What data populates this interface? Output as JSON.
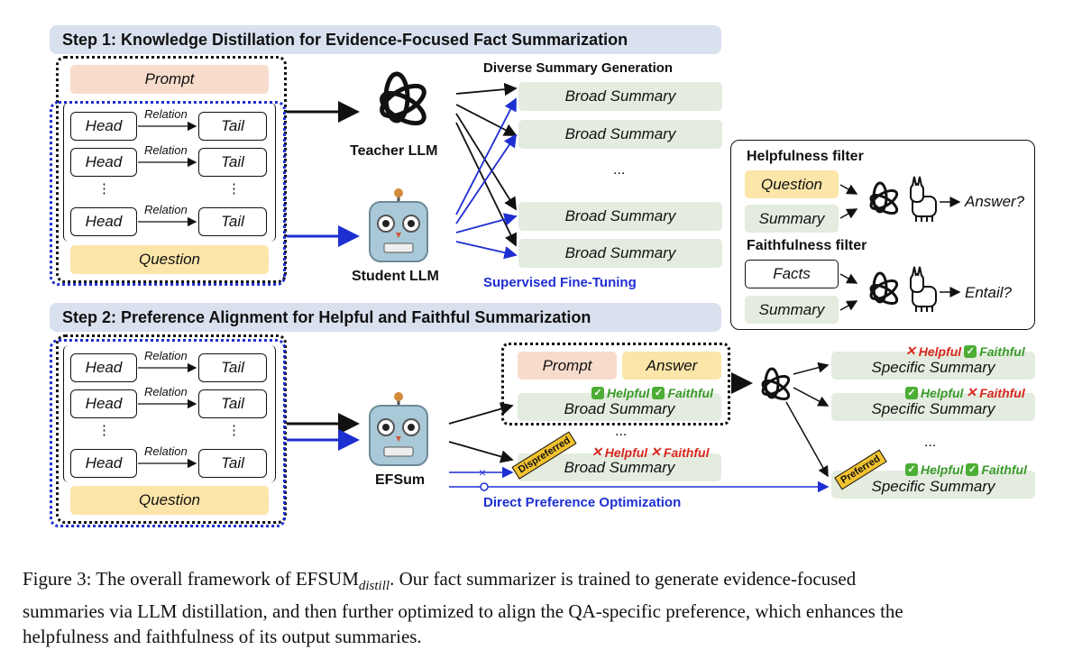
{
  "step1": {
    "title": "Step 1: Knowledge Distillation for Evidence-Focused Fact Summarization",
    "prompt": "Prompt",
    "question": "Question",
    "triples": [
      {
        "head": "Head",
        "relation": "Relation",
        "tail": "Tail"
      },
      {
        "head": "Head",
        "relation": "Relation",
        "tail": "Tail"
      },
      {
        "head": "Head",
        "relation": "Relation",
        "tail": "Tail"
      }
    ],
    "ellipsis": "⋮",
    "teacher_label": "Teacher LLM",
    "student_label": "Student LLM",
    "diverse_label": "Diverse Summary Generation",
    "summaries": [
      "Broad Summary",
      "Broad Summary",
      "Broad Summary",
      "Broad Summary"
    ],
    "dots": "...",
    "sft_label": "Supervised Fine-Tuning"
  },
  "filters": {
    "helpfulness_title": "Helpfulness filter",
    "h_question": "Question",
    "h_summary": "Summary",
    "h_out": "Answer?",
    "faithfulness_title": "Faithfulness filter",
    "f_facts": "Facts",
    "f_summary": "Summary",
    "f_out": "Entail?"
  },
  "step2": {
    "title": "Step 2: Preference Alignment for Helpful and Faithful Summarization",
    "triples": [
      {
        "head": "Head",
        "relation": "Relation",
        "tail": "Tail"
      },
      {
        "head": "Head",
        "relation": "Relation",
        "tail": "Tail"
      },
      {
        "head": "Head",
        "relation": "Relation",
        "tail": "Tail"
      }
    ],
    "ellipsis": "⋮",
    "question": "Question",
    "model_label": "EFSum",
    "prompt": "Prompt",
    "answer": "Answer",
    "broad1": "Broad Summary",
    "broad2": "Broad Summary",
    "dots": "...",
    "dispreferred": "Dispreferred",
    "preferred": "Preferred",
    "helpful": "Helpful",
    "faithful": "Faithful",
    "specific": [
      "Specific Summary",
      "Specific Summary",
      "Specific Summary"
    ],
    "dpo_label": "Direct Preference Optimization"
  },
  "caption": {
    "line1": "Figure 3: The overall framework of EFSUM",
    "sub": "distill",
    "line1b": ". Our fact summarizer is trained to generate evidence-focused",
    "line2": "summaries via LLM distillation, and then further optimized to align the QA-specific preference, which enhances the",
    "line3": "helpfulness and faithfulness of its output summaries."
  },
  "colors": {
    "blue": "#1e2fd1",
    "step_bar": "#d9e1ef",
    "green_pill": "#e3ecdf",
    "question": "#fbe5a8",
    "prompt": "#f7dccc"
  }
}
